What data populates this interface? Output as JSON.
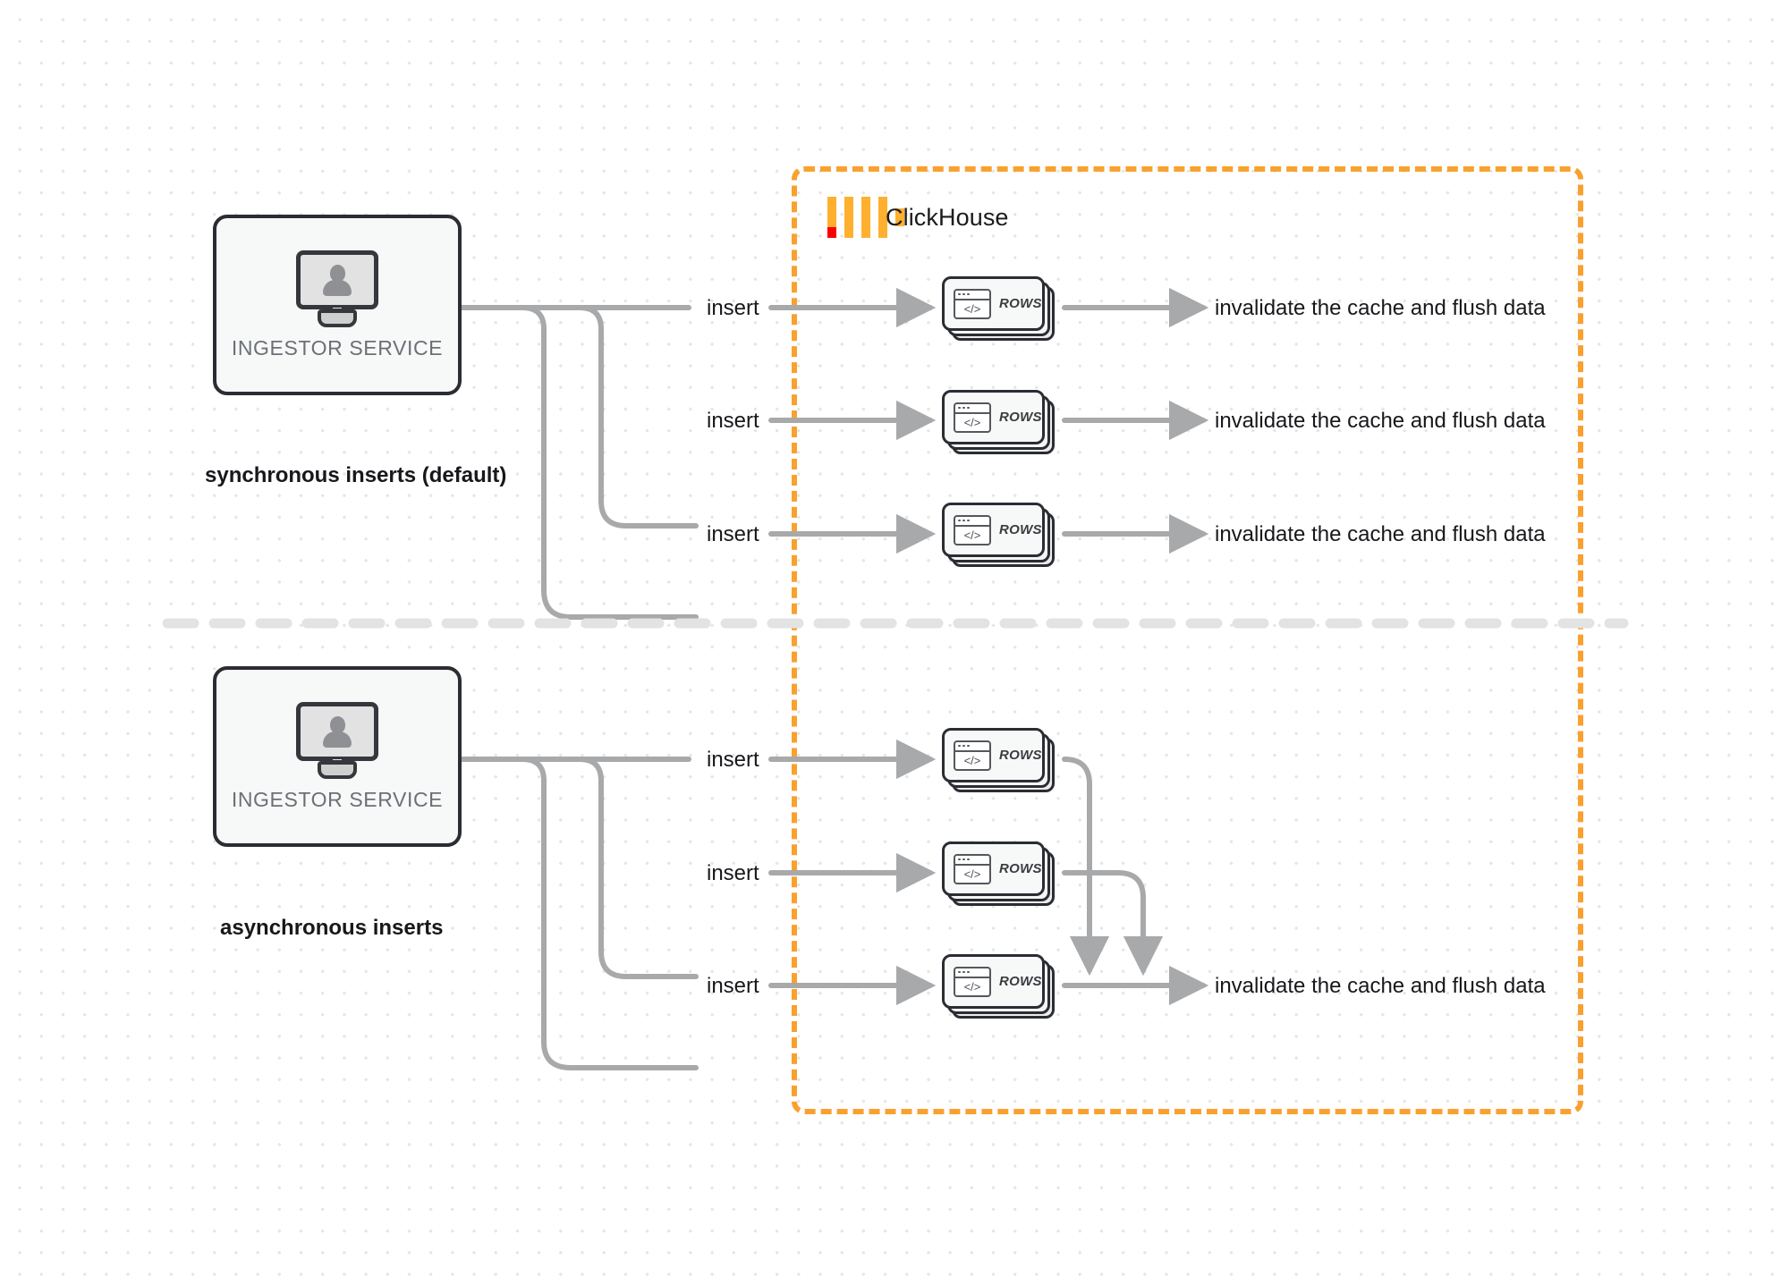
{
  "diagram": {
    "title": "ClickHouse synchronous vs asynchronous inserts",
    "colors": {
      "accent_orange": "#f9a12e",
      "logo_orange": "#ffb02e",
      "logo_red": "#fa0000",
      "wire_gray": "#a8a9aa",
      "node_border": "#2b2d33",
      "node_fill": "#f7f8f8",
      "divider_gray": "#e3e3e3",
      "text_dark": "#17181b",
      "text_muted": "#6c7076"
    },
    "clickhouse_region": {
      "label": "ClickHouse",
      "logo_name": "clickhouse-logo",
      "border_style": "dashed"
    },
    "divider": {
      "style": "dashed",
      "name": "section-divider"
    },
    "sections": [
      {
        "id": "synchronous",
        "service": {
          "label": "INGESTOR SERVICE",
          "icon": "monitor-user-icon"
        },
        "flow_label": "synchronous inserts (default)",
        "rows": [
          {
            "insert_label": "insert",
            "node_label": "ROWS",
            "node_icon": "code-window-icon",
            "output_label": "invalidate the cache and flush data"
          },
          {
            "insert_label": "insert",
            "node_label": "ROWS",
            "node_icon": "code-window-icon",
            "output_label": "invalidate the cache and flush data"
          },
          {
            "insert_label": "insert",
            "node_label": "ROWS",
            "node_icon": "code-window-icon",
            "output_label": "invalidate the cache and flush data"
          }
        ]
      },
      {
        "id": "asynchronous",
        "service": {
          "label": "INGESTOR SERVICE",
          "icon": "monitor-user-icon"
        },
        "flow_label": "asynchronous inserts",
        "rows": [
          {
            "insert_label": "insert",
            "node_label": "ROWS",
            "node_icon": "code-window-icon"
          },
          {
            "insert_label": "insert",
            "node_label": "ROWS",
            "node_icon": "code-window-icon"
          },
          {
            "insert_label": "insert",
            "node_label": "ROWS",
            "node_icon": "code-window-icon"
          }
        ],
        "merged_output_label": "invalidate the cache and flush data"
      }
    ]
  }
}
